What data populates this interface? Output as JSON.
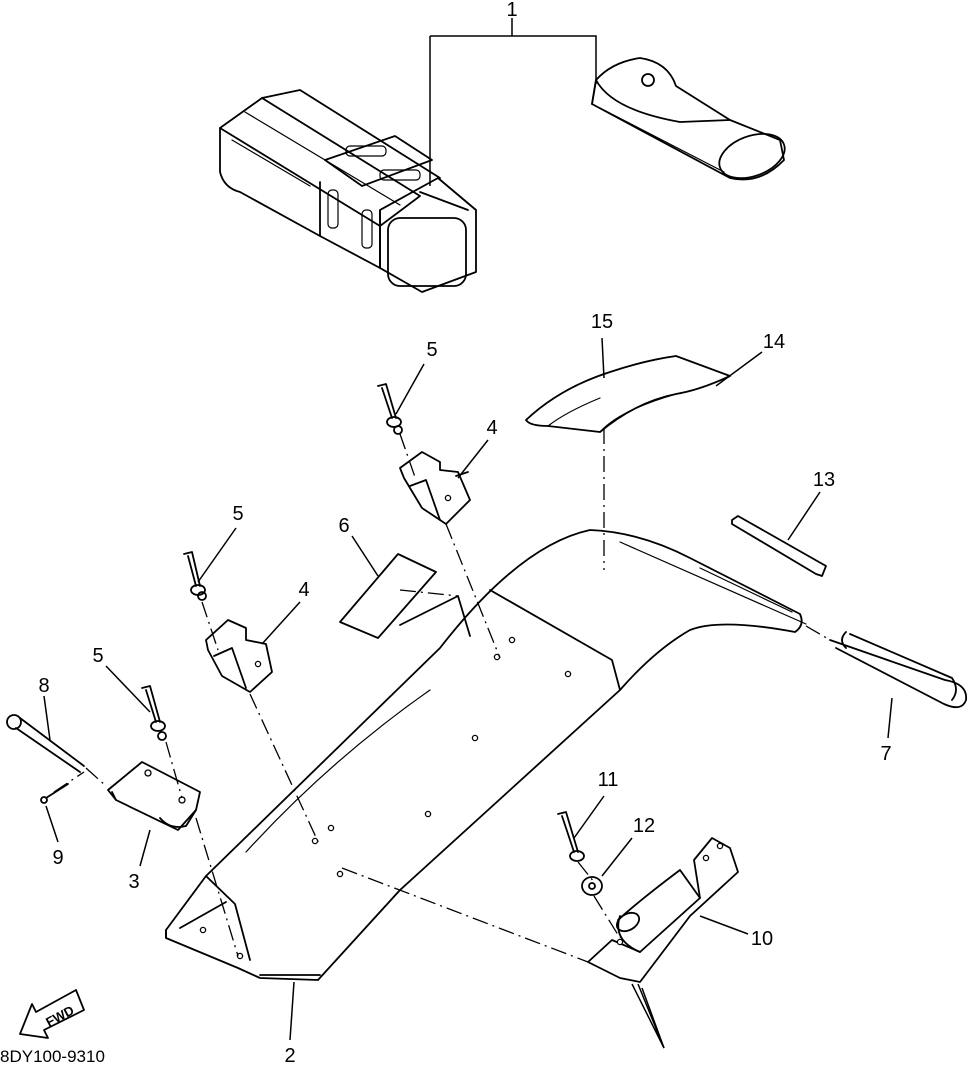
{
  "diagram": {
    "callouts": {
      "c1": "1",
      "c2": "2",
      "c3": "3",
      "c4a": "4",
      "c4b": "4",
      "c5a": "5",
      "c5b": "5",
      "c5c": "5",
      "c6": "6",
      "c7": "7",
      "c8": "8",
      "c9": "9",
      "c10": "10",
      "c11": "11",
      "c12": "12",
      "c13": "13",
      "c14": "14",
      "c15": "15"
    },
    "fwd_label": "FWD",
    "drawing_code": "8DY100-9310"
  }
}
